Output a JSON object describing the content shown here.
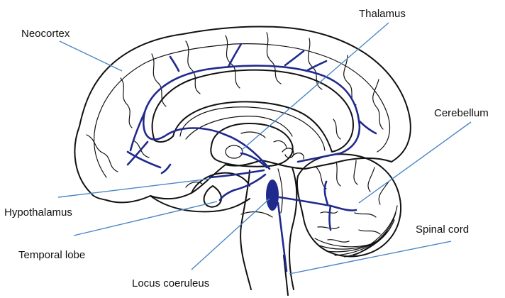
{
  "labels": {
    "neocortex": "Neocortex",
    "thalamus": "Thalamus",
    "cerebellum": "Cerebellum",
    "hypothalamus": "Hypothalamus",
    "temporal_lobe": "Temporal lobe",
    "spinal_cord": "Spinal cord",
    "locus_coeruleus": "Locus coeruleus"
  },
  "colors": {
    "pathway": "#1f2a8c",
    "leader": "#4a86c5",
    "outline": "#111111",
    "background": "#ffffff"
  }
}
